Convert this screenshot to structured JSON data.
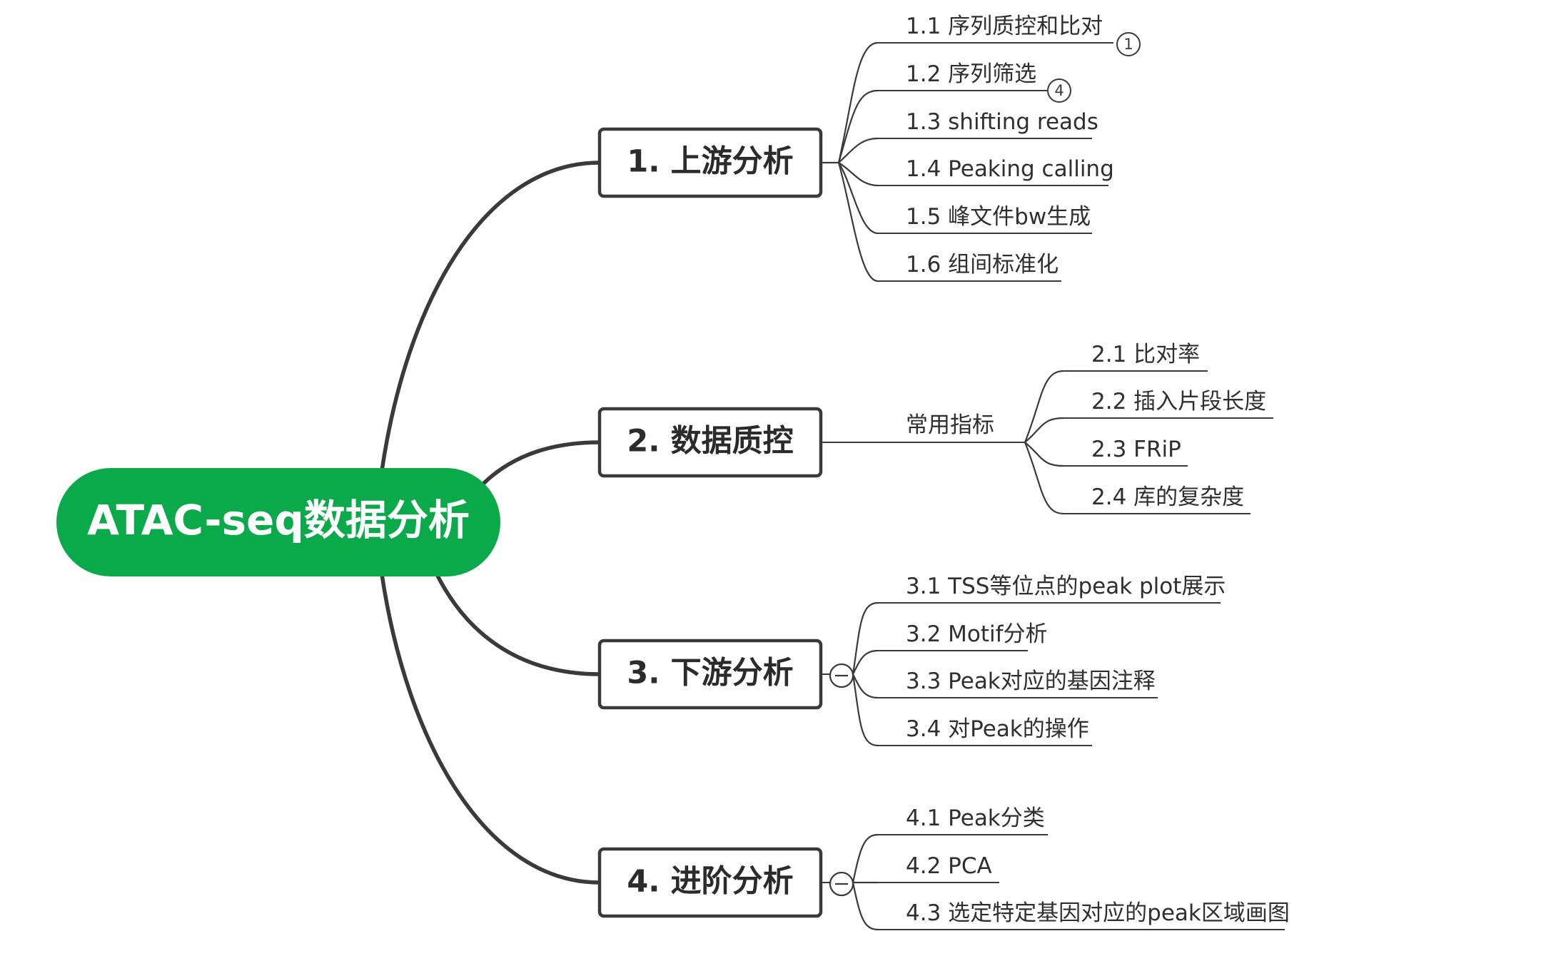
{
  "root": {
    "label": "ATAC-seq数据分析",
    "color": "#0aaa4b"
  },
  "branches": [
    {
      "label": "1. 上游分析",
      "collapsible": false,
      "children": [
        {
          "label": "1.1 序列质控和比对",
          "marker": "1"
        },
        {
          "label": "1.2 序列筛选",
          "marker": "4"
        },
        {
          "label": "1.3 shifting reads"
        },
        {
          "label": "1.4 Peaking calling"
        },
        {
          "label": "1.5 峰文件bw生成"
        },
        {
          "label": "1.6 组间标准化"
        }
      ]
    },
    {
      "label": "2. 数据质控",
      "collapsible": false,
      "subtopic": "常用指标",
      "children": [
        {
          "label": "2.1 比对率"
        },
        {
          "label": "2.2 插入片段长度"
        },
        {
          "label": "2.3 FRiP"
        },
        {
          "label": "2.4 库的复杂度"
        }
      ]
    },
    {
      "label": "3. 下游分析",
      "collapsible": true,
      "children": [
        {
          "label": "3.1 TSS等位点的peak plot展示"
        },
        {
          "label": "3.2 Motif分析"
        },
        {
          "label": "3.3 Peak对应的基因注释"
        },
        {
          "label": "3.4 对Peak的操作"
        }
      ]
    },
    {
      "label": "4. 进阶分析",
      "collapsible": true,
      "children": [
        {
          "label": "4.1 Peak分类"
        },
        {
          "label": "4.2 PCA"
        },
        {
          "label": "4.3 选定特定基因对应的peak区域画图"
        }
      ]
    }
  ]
}
